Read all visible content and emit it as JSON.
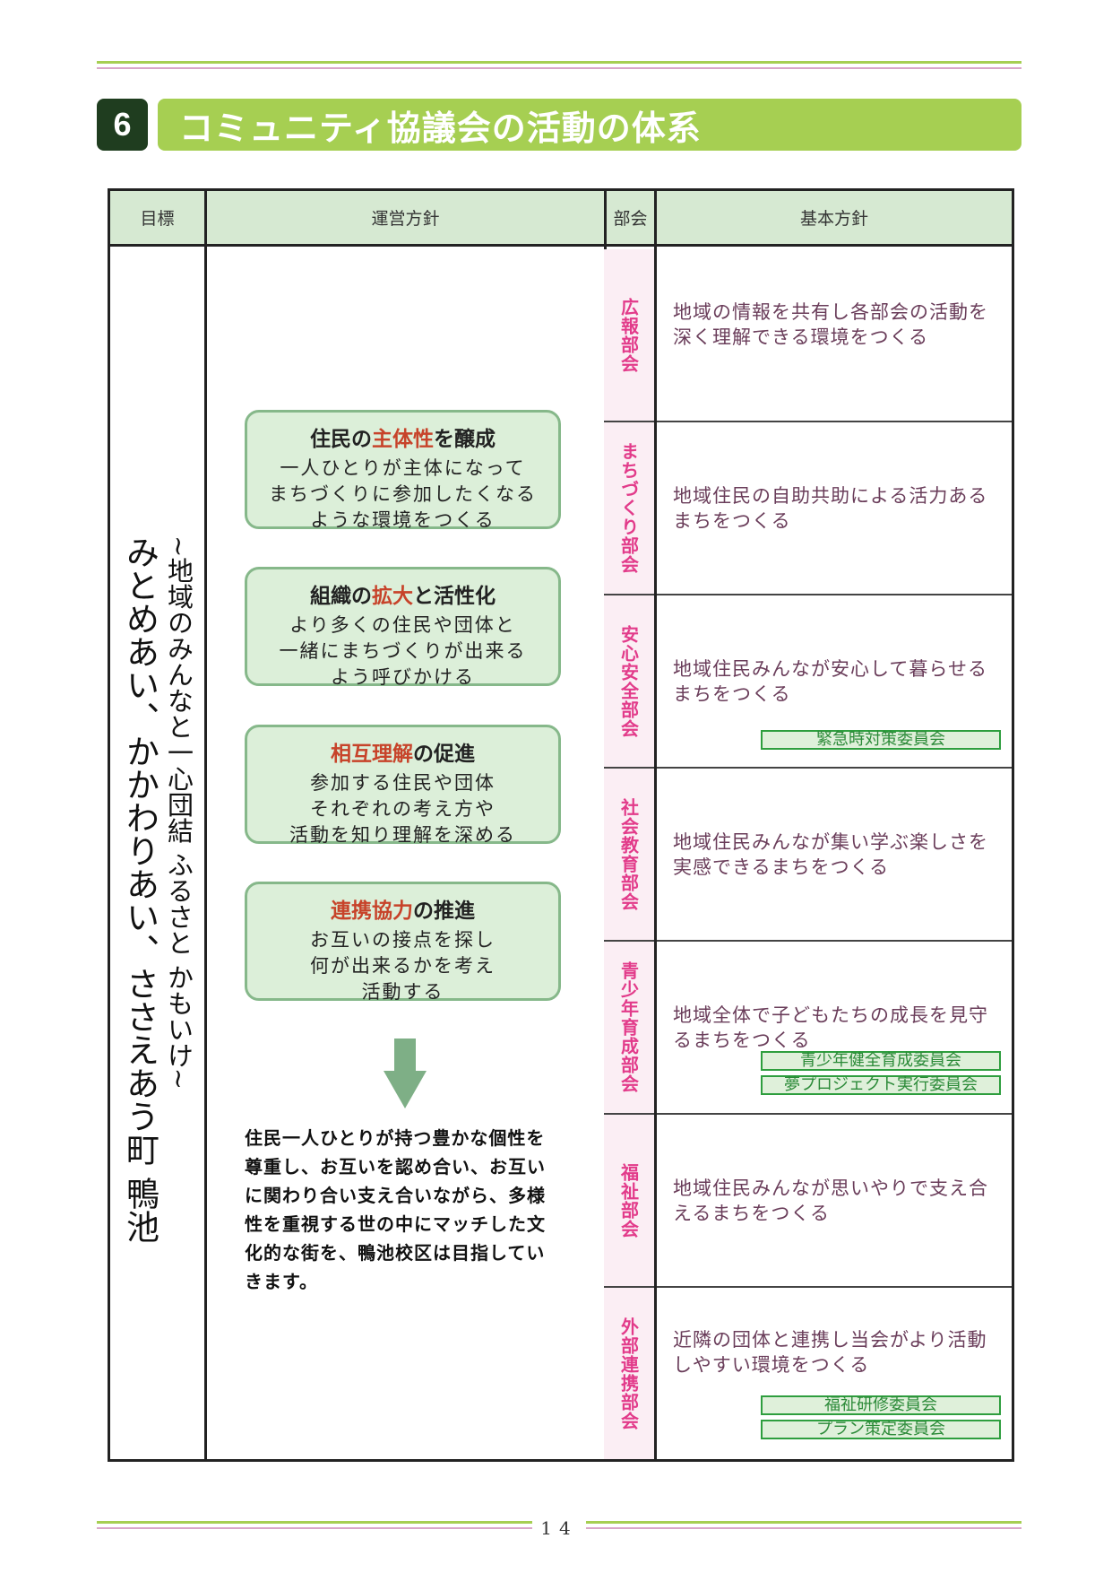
{
  "section": {
    "number": "6",
    "title": "コミュニティ協議会の活動の体系"
  },
  "table": {
    "headers": {
      "goal": "目標",
      "policy": "運営方針",
      "dept": "部会",
      "basic": "基本方針"
    }
  },
  "goal": {
    "main": "みとめあい、かかわりあい、ささえあう町 鴨池",
    "sub": "~地域のみんなと一心団結 ふるさと かもいけ~"
  },
  "policies": [
    {
      "t1": "住民の",
      "t2": "主体性",
      "t3": "を醸成",
      "lines": [
        "一人ひとりが主体になって",
        "まちづくりに参加したくなる",
        "ような環境をつくる"
      ]
    },
    {
      "t1": "組織の",
      "t2": "拡大",
      "t3": "と活性化",
      "lines": [
        "より多くの住民や団体と",
        "一緒にまちづくりが出来る",
        "よう呼びかける"
      ]
    },
    {
      "t1": "",
      "t2": "相互理解",
      "t3": "の促進",
      "lines": [
        "参加する住民や団体",
        "それぞれの考え方や",
        "活動を知り理解を深める"
      ]
    },
    {
      "t1": "",
      "t2": "連携協力",
      "t3": "の推進",
      "lines": [
        "お互いの接点を探し",
        "何が出来るかを考え",
        "活動する"
      ]
    }
  ],
  "summary": "住民一人ひとりが持つ豊かな個性を尊重し、お互いを認め合い、お互いに関わり合い支え合いながら、多様性を重視する世の中にマッチした文化的な街を、鴨池校区は目指していきます。",
  "departments": [
    {
      "name": "広報部会",
      "policy": "地域の情報を共有し各部会の活動を深く理解できる環境をつくる",
      "committees": []
    },
    {
      "name": "まちづくり部会",
      "policy": "地域住民の自助共助による活力あるまちをつくる",
      "committees": []
    },
    {
      "name": "安心安全部会",
      "policy": "地域住民みんなが安心して暮らせるまちをつくる",
      "committees": [
        "緊急時対策委員会"
      ]
    },
    {
      "name": "社会教育部会",
      "policy": "地域住民みんなが集い学ぶ楽しさを実感できるまちをつくる",
      "committees": []
    },
    {
      "name": "青少年育成部会",
      "policy": "地域全体で子どもたちの成長を見守るまちをつくる",
      "committees": [
        "青少年健全育成委員会",
        "夢プロジェクト実行委員会"
      ]
    },
    {
      "name": "福祉部会",
      "policy": "地域住民みんなが思いやりで支え合えるまちをつくる",
      "committees": []
    },
    {
      "name": "外部連携部会",
      "policy": "近隣の団体と連携し当会がより活動しやすい環境をつくる",
      "committees": [
        "福祉研修委員会",
        "プラン策定委員会"
      ]
    }
  ],
  "page_number": "14",
  "colors": {
    "accent_green": "#a6cf52",
    "dept_pink": "#e23b8a",
    "box_green": "#dcefd9",
    "emphasis_red": "#c7432a"
  }
}
